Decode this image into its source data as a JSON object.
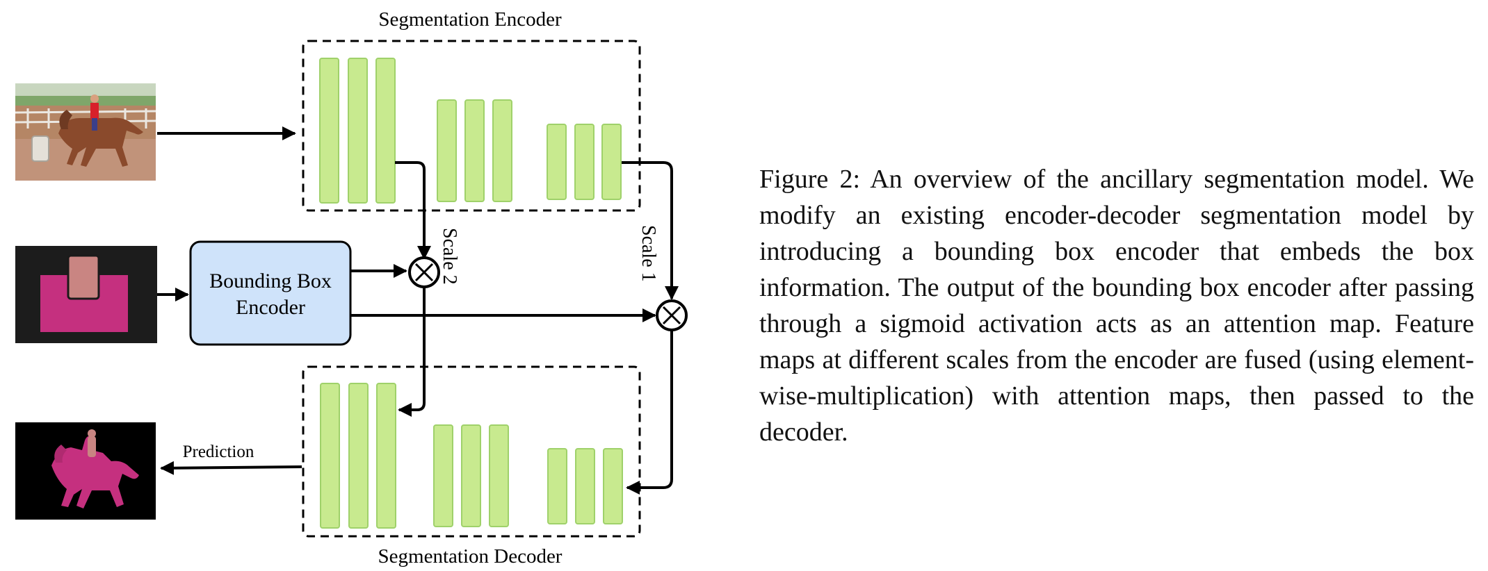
{
  "diagram": {
    "encoder_label": "Segmentation Encoder",
    "decoder_label": "Segmentation Decoder",
    "bbox_encoder_line1": "Bounding Box",
    "bbox_encoder_line2": "Encoder",
    "scale1_label": "Scale 1",
    "scale2_label": "Scale 2",
    "prediction_label": "Prediction",
    "fusion_symbol": "×"
  },
  "colors": {
    "feature_map_fill": "#c8ea8f",
    "feature_map_stroke": "#9fd16a",
    "bbox_encoder_fill": "#cfe3fa",
    "mask_magenta": "#c5307f",
    "box_pink": "#c98582",
    "mask_background": "#1a1a1a"
  },
  "caption": {
    "text": "Figure 2:  An overview of the ancillary segmentation model. We modify an existing encoder-decoder segmentation model by introducing a bounding box encoder that embeds the box information. The output of the bounding box encoder after passing through a sigmoid activation acts as an attention map. Feature maps at different scales from the encoder are fused (using element-wise-multiplication) with attention maps, then passed to the decoder."
  }
}
